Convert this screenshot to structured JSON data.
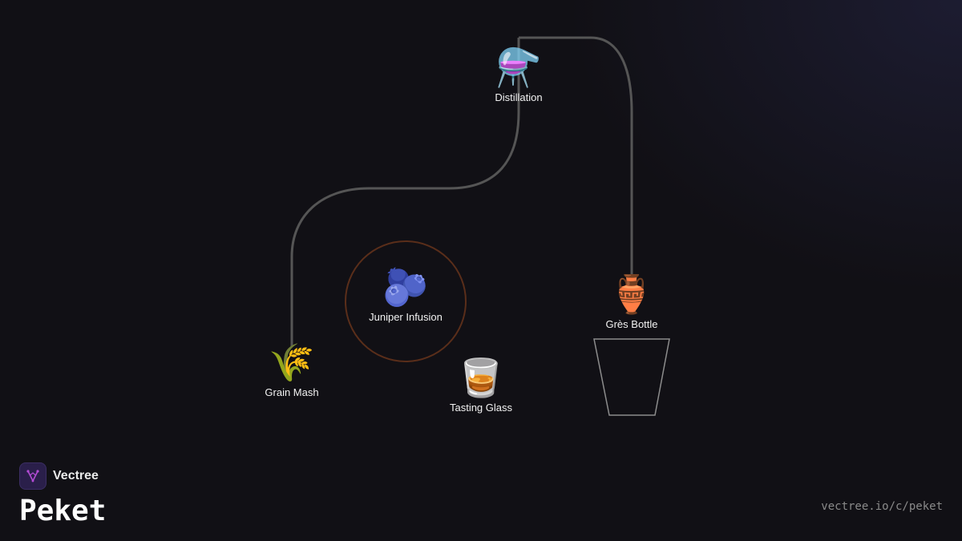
{
  "nodes": {
    "distillation": {
      "label": "Distillation",
      "emoji": "⚗️"
    },
    "juniper": {
      "label": "Juniper Infusion",
      "emoji": "🫐"
    },
    "gres_bottle": {
      "label": "Grès Bottle",
      "emoji": "🏺"
    },
    "grain_mash": {
      "label": "Grain Mash",
      "emoji": "🌾"
    },
    "tasting_glass": {
      "label": "Tasting Glass",
      "emoji": "🥃"
    }
  },
  "brand": {
    "name": "Vectree"
  },
  "title": "Peket",
  "url": "vectree.io/c/peket",
  "colors": {
    "background": "#111015",
    "path": "#555555",
    "juniper_ring": "#5a2e1a",
    "vessel_outline": "#8c8c8c",
    "logo_accent": "#b44cd6"
  }
}
